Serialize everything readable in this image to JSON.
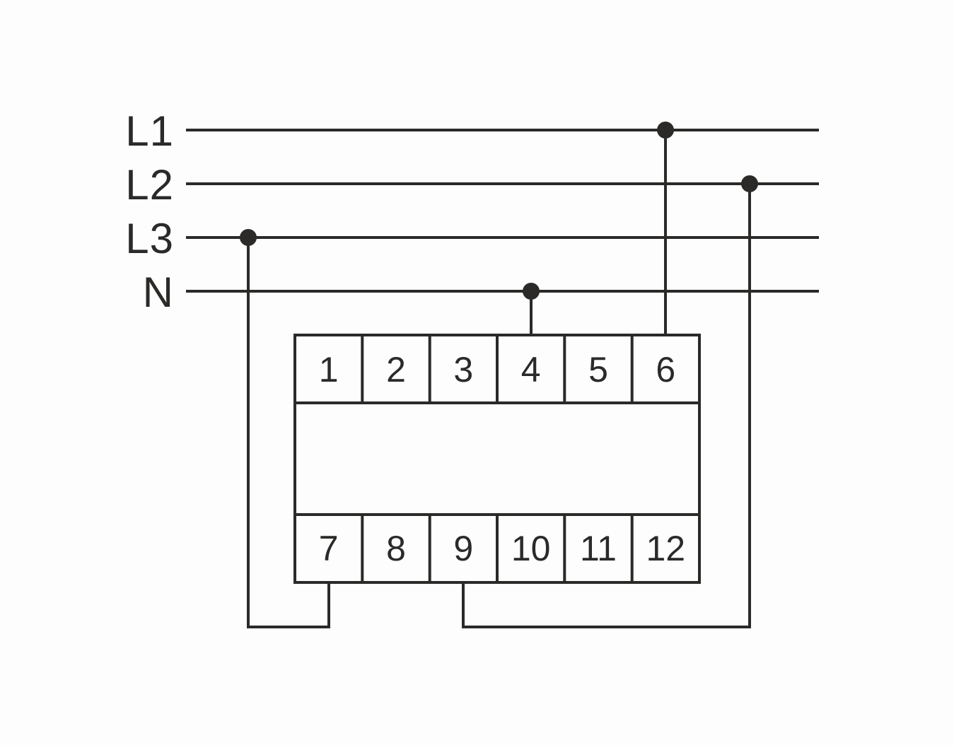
{
  "diagram_type": "wiring-schematic",
  "device": "12-terminal DIN-rail module",
  "colors": {
    "stroke": "#2b2a29",
    "background": "#fdfdfd"
  },
  "bus_lines": [
    {
      "label": "L1"
    },
    {
      "label": "L2"
    },
    {
      "label": "L3"
    },
    {
      "label": "N"
    }
  ],
  "terminals": {
    "top": [
      "1",
      "2",
      "3",
      "4",
      "5",
      "6"
    ],
    "bottom": [
      "7",
      "8",
      "9",
      "10",
      "11",
      "12"
    ]
  },
  "connections": [
    {
      "from": "L1",
      "to": "terminal 6",
      "route": "straight down"
    },
    {
      "from": "N",
      "to": "terminal 4",
      "route": "straight down"
    },
    {
      "from": "L3",
      "to": "terminal 7",
      "route": "down left side, under device"
    },
    {
      "from": "L2",
      "to": "terminal 9",
      "route": "down right side, under device"
    }
  ]
}
